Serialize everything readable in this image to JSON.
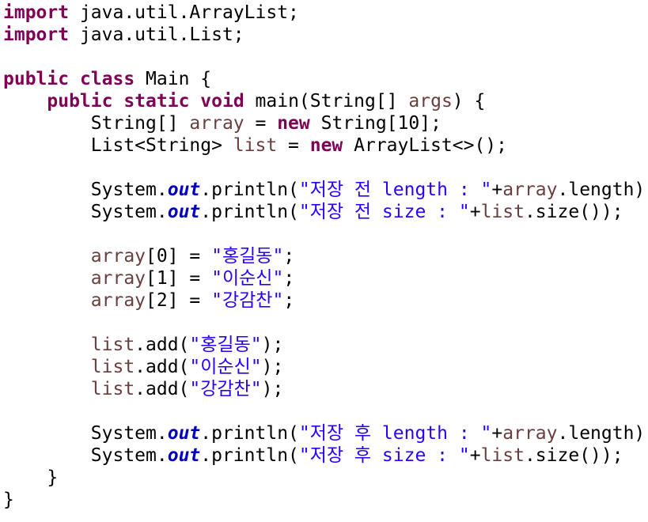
{
  "editor": {
    "language": "java",
    "colors": {
      "keyword": "#7f0055",
      "local_variable": "#6a3e3e",
      "static_field": "#0000c0",
      "string": "#2a00ff",
      "default": "#000000",
      "background": "#ffffff"
    },
    "lines": [
      {
        "indent": "",
        "tokens": [
          {
            "t": "keyword",
            "s": "import"
          },
          {
            "t": "default",
            "s": " java.util.ArrayList;"
          }
        ]
      },
      {
        "indent": "",
        "tokens": [
          {
            "t": "keyword",
            "s": "import"
          },
          {
            "t": "default",
            "s": " java.util.List;"
          }
        ]
      },
      {
        "indent": "",
        "tokens": []
      },
      {
        "indent": "",
        "tokens": [
          {
            "t": "keyword",
            "s": "public"
          },
          {
            "t": "default",
            "s": " "
          },
          {
            "t": "keyword",
            "s": "class"
          },
          {
            "t": "default",
            "s": " Main {"
          }
        ]
      },
      {
        "indent": "    ",
        "tokens": [
          {
            "t": "keyword",
            "s": "public"
          },
          {
            "t": "default",
            "s": " "
          },
          {
            "t": "keyword",
            "s": "static"
          },
          {
            "t": "default",
            "s": " "
          },
          {
            "t": "keyword",
            "s": "void"
          },
          {
            "t": "default",
            "s": " main(String[] "
          },
          {
            "t": "variable",
            "s": "args"
          },
          {
            "t": "default",
            "s": ") {"
          }
        ]
      },
      {
        "indent": "        ",
        "tokens": [
          {
            "t": "default",
            "s": "String[] "
          },
          {
            "t": "variable",
            "s": "array"
          },
          {
            "t": "default",
            "s": " = "
          },
          {
            "t": "keyword",
            "s": "new"
          },
          {
            "t": "default",
            "s": " String[10];"
          }
        ]
      },
      {
        "indent": "        ",
        "tokens": [
          {
            "t": "default",
            "s": "List<String> "
          },
          {
            "t": "variable",
            "s": "list"
          },
          {
            "t": "default",
            "s": " = "
          },
          {
            "t": "keyword",
            "s": "new"
          },
          {
            "t": "default",
            "s": " ArrayList<>();"
          }
        ]
      },
      {
        "indent": "",
        "tokens": []
      },
      {
        "indent": "        ",
        "tokens": [
          {
            "t": "default",
            "s": "System."
          },
          {
            "t": "static",
            "s": "out"
          },
          {
            "t": "default",
            "s": ".println("
          },
          {
            "t": "string",
            "s": "\"저장 전 length : \""
          },
          {
            "t": "default",
            "s": "+"
          },
          {
            "t": "variable",
            "s": "array"
          },
          {
            "t": "default",
            "s": ".length);"
          }
        ]
      },
      {
        "indent": "        ",
        "tokens": [
          {
            "t": "default",
            "s": "System."
          },
          {
            "t": "static",
            "s": "out"
          },
          {
            "t": "default",
            "s": ".println("
          },
          {
            "t": "string",
            "s": "\"저장 전 size : \""
          },
          {
            "t": "default",
            "s": "+"
          },
          {
            "t": "variable",
            "s": "list"
          },
          {
            "t": "default",
            "s": ".size());"
          }
        ]
      },
      {
        "indent": "",
        "tokens": []
      },
      {
        "indent": "        ",
        "tokens": [
          {
            "t": "variable",
            "s": "array"
          },
          {
            "t": "default",
            "s": "[0] = "
          },
          {
            "t": "string",
            "s": "\"홍길동\""
          },
          {
            "t": "default",
            "s": ";"
          }
        ]
      },
      {
        "indent": "        ",
        "tokens": [
          {
            "t": "variable",
            "s": "array"
          },
          {
            "t": "default",
            "s": "[1] = "
          },
          {
            "t": "string",
            "s": "\"이순신\""
          },
          {
            "t": "default",
            "s": ";"
          }
        ]
      },
      {
        "indent": "        ",
        "tokens": [
          {
            "t": "variable",
            "s": "array"
          },
          {
            "t": "default",
            "s": "[2] = "
          },
          {
            "t": "string",
            "s": "\"강감찬\""
          },
          {
            "t": "default",
            "s": ";"
          }
        ]
      },
      {
        "indent": "",
        "tokens": []
      },
      {
        "indent": "        ",
        "tokens": [
          {
            "t": "variable",
            "s": "list"
          },
          {
            "t": "default",
            "s": ".add("
          },
          {
            "t": "string",
            "s": "\"홍길동\""
          },
          {
            "t": "default",
            "s": ");"
          }
        ]
      },
      {
        "indent": "        ",
        "tokens": [
          {
            "t": "variable",
            "s": "list"
          },
          {
            "t": "default",
            "s": ".add("
          },
          {
            "t": "string",
            "s": "\"이순신\""
          },
          {
            "t": "default",
            "s": ");"
          }
        ]
      },
      {
        "indent": "        ",
        "tokens": [
          {
            "t": "variable",
            "s": "list"
          },
          {
            "t": "default",
            "s": ".add("
          },
          {
            "t": "string",
            "s": "\"강감찬\""
          },
          {
            "t": "default",
            "s": ");"
          }
        ]
      },
      {
        "indent": "",
        "tokens": []
      },
      {
        "indent": "        ",
        "tokens": [
          {
            "t": "default",
            "s": "System."
          },
          {
            "t": "static",
            "s": "out"
          },
          {
            "t": "default",
            "s": ".println("
          },
          {
            "t": "string",
            "s": "\"저장 후 length : \""
          },
          {
            "t": "default",
            "s": "+"
          },
          {
            "t": "variable",
            "s": "array"
          },
          {
            "t": "default",
            "s": ".length);"
          }
        ]
      },
      {
        "indent": "        ",
        "tokens": [
          {
            "t": "default",
            "s": "System."
          },
          {
            "t": "static",
            "s": "out"
          },
          {
            "t": "default",
            "s": ".println("
          },
          {
            "t": "string",
            "s": "\"저장 후 size : \""
          },
          {
            "t": "default",
            "s": "+"
          },
          {
            "t": "variable",
            "s": "list"
          },
          {
            "t": "default",
            "s": ".size());"
          }
        ]
      },
      {
        "indent": "    ",
        "tokens": [
          {
            "t": "default",
            "s": "}"
          }
        ]
      },
      {
        "indent": "",
        "tokens": [
          {
            "t": "default",
            "s": "}"
          }
        ]
      }
    ]
  }
}
